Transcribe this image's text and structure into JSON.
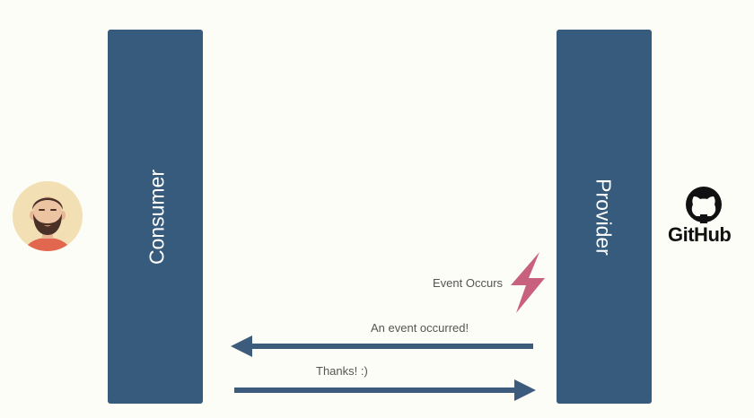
{
  "lanes": {
    "consumer": {
      "label": "Consumer"
    },
    "provider": {
      "label": "Provider"
    }
  },
  "event": {
    "label": "Event Occurs",
    "icon": "lightning-bolt-icon"
  },
  "messages": [
    {
      "label": "An event occurred!",
      "direction": "provider-to-consumer"
    },
    {
      "label": "Thanks! :)",
      "direction": "consumer-to-provider"
    }
  ],
  "consumer_avatar": {
    "icon": "bearded-person-avatar-icon"
  },
  "provider_logo": {
    "icon": "github-logo-icon",
    "text": "GitHub"
  },
  "colors": {
    "background": "#fdfdf7",
    "lane": "#365b7d",
    "arrow": "#3d5c7d",
    "bolt": "#c8627c",
    "text": "#555555"
  }
}
